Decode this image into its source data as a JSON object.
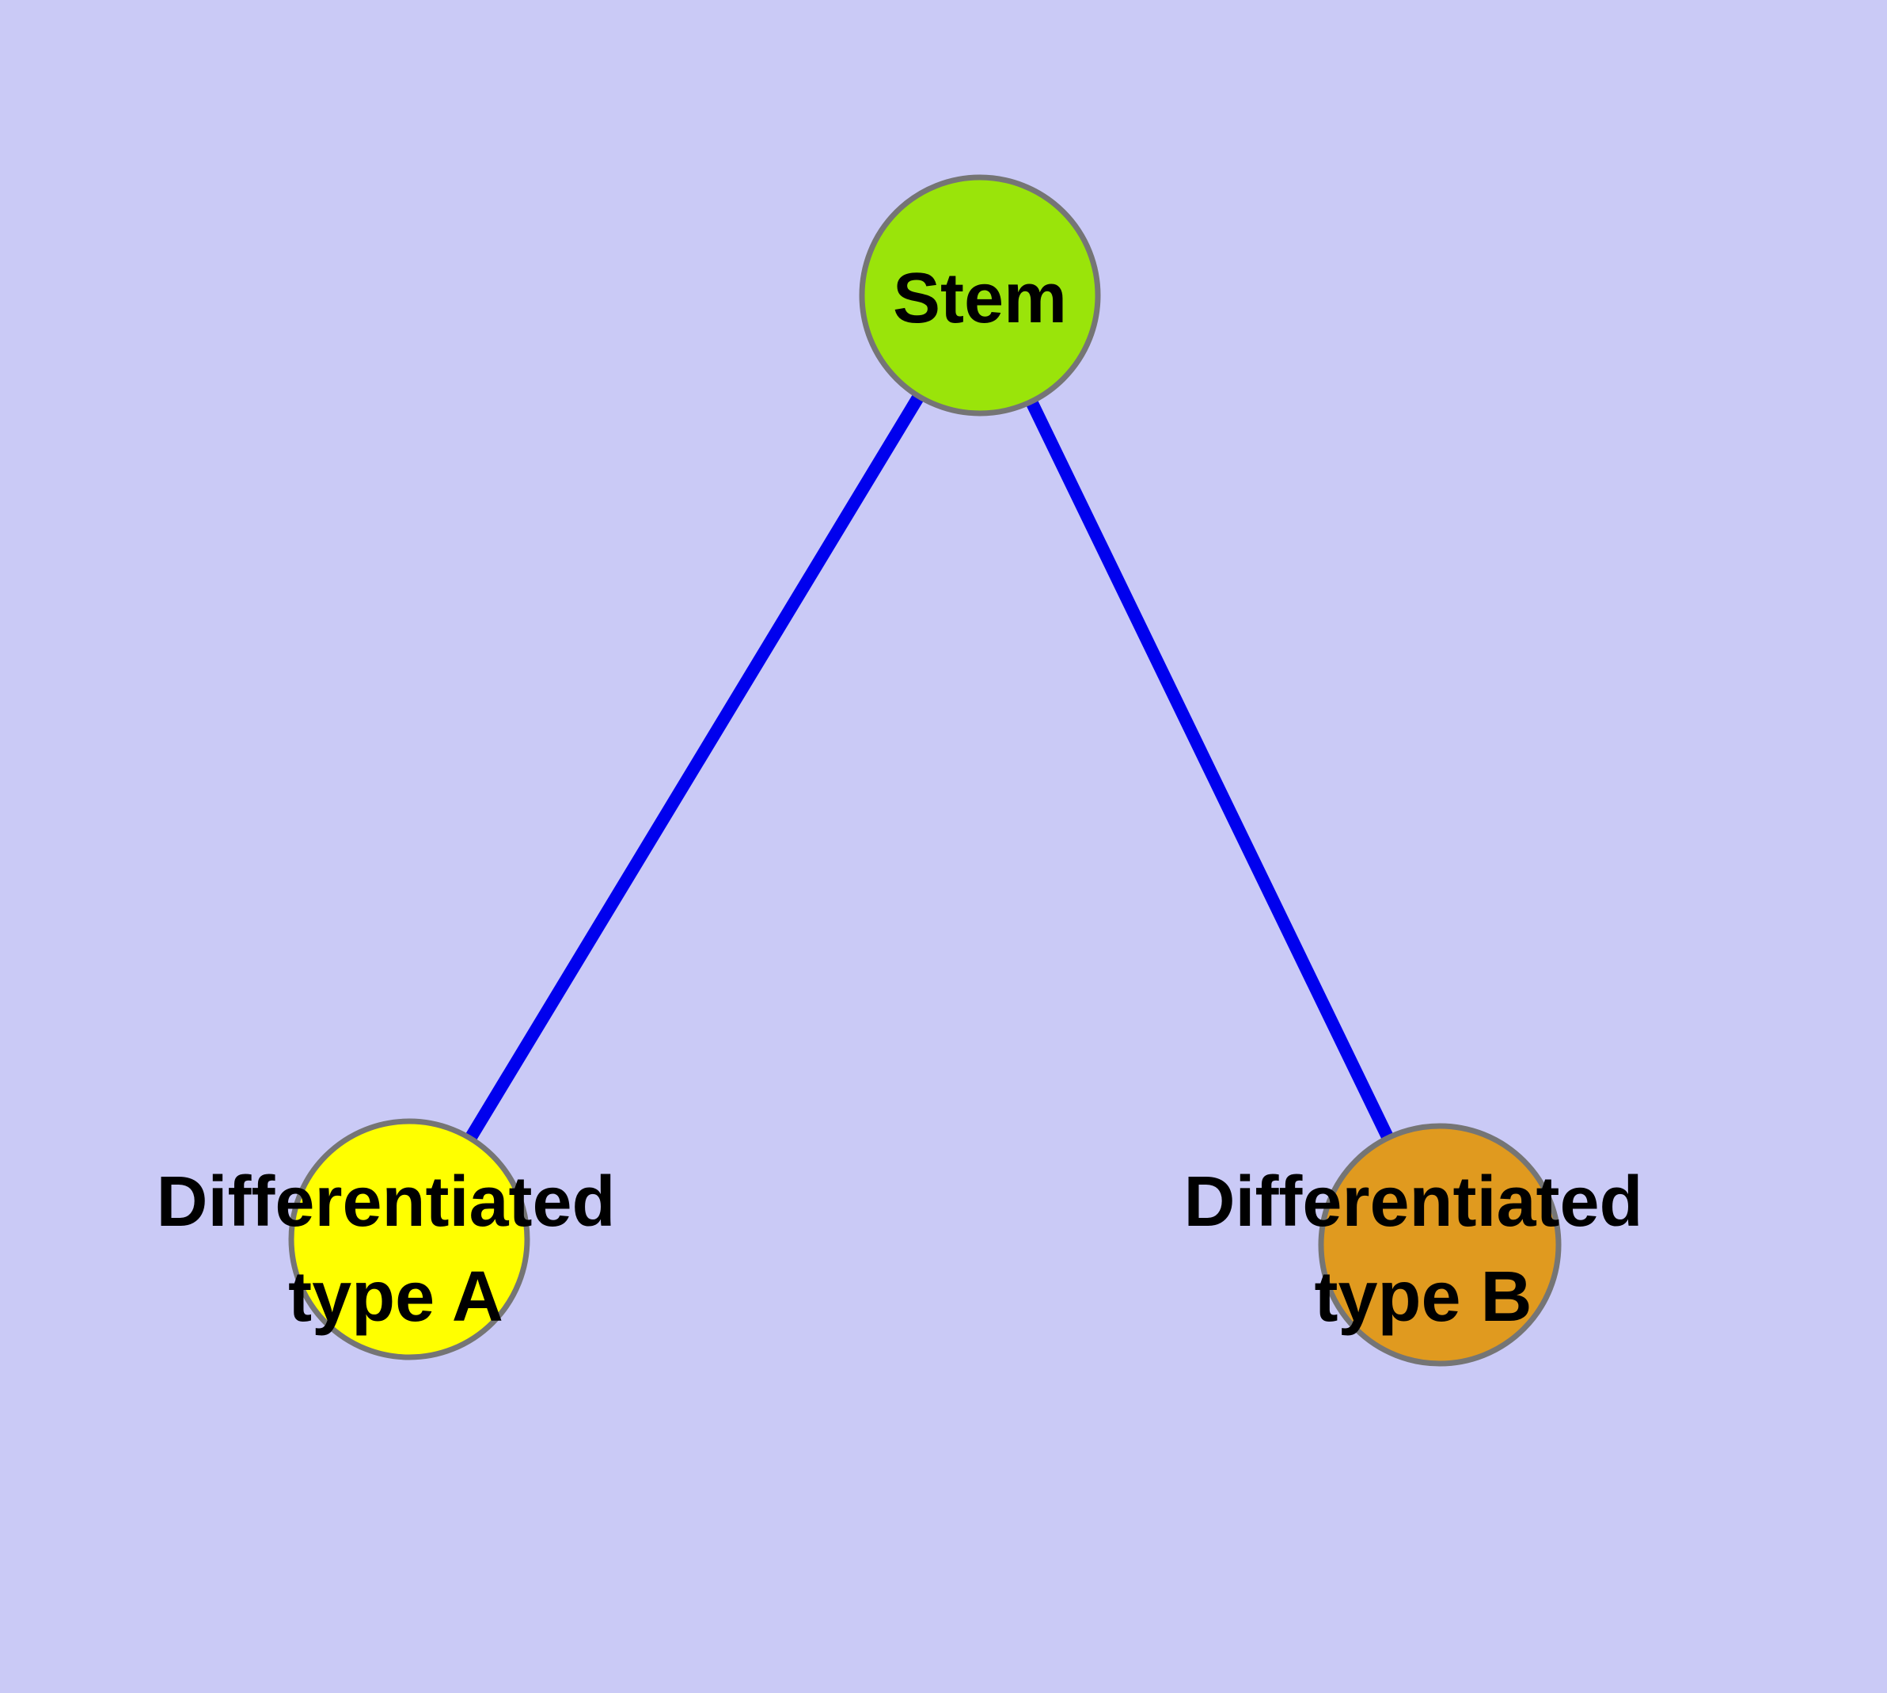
{
  "figure": {
    "title": "Stem cell differentiation diagram",
    "background_color": "#CACAF6",
    "edge_color": "#0000EE",
    "node_border_color": "#757575",
    "label_color": "#000000",
    "nodes": [
      {
        "id": "stem",
        "label": "Stem",
        "label_lines": [
          "Stem"
        ],
        "fill": "#9AE40A"
      },
      {
        "id": "diff-a",
        "label": "Differentiated type A",
        "label_lines": [
          "Differentiated",
          "type A"
        ],
        "fill": "#FFFF00"
      },
      {
        "id": "diff-b",
        "label": "Differentiated type B",
        "label_lines": [
          "Differentiated",
          "type B"
        ],
        "fill": "#E09A1F"
      }
    ],
    "edges": [
      {
        "from": "stem",
        "to": "diff-a"
      },
      {
        "from": "stem",
        "to": "diff-b"
      }
    ]
  }
}
